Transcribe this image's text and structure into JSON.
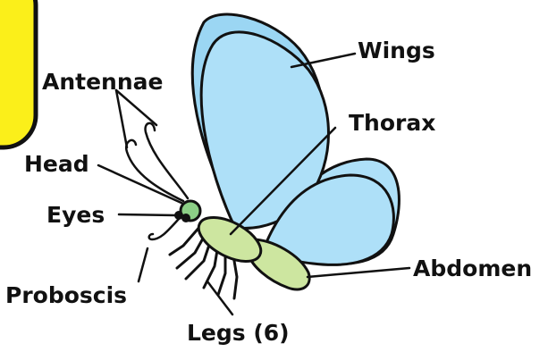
{
  "diagram": {
    "labels": {
      "wings": "Wings",
      "antennae": "Antennae",
      "thorax": "Thorax",
      "head": "Head",
      "eyes": "Eyes",
      "abdomen": "Abdomen",
      "proboscis": "Proboscis",
      "legs": "Legs (6)"
    },
    "colors": {
      "wing_fill": "#aee0f8",
      "body_fill": "#cde6a0",
      "head_fill": "#8ccf86",
      "eye_fill": "#111111",
      "badge_fill": "#fbef1a",
      "outline": "#111111"
    }
  }
}
